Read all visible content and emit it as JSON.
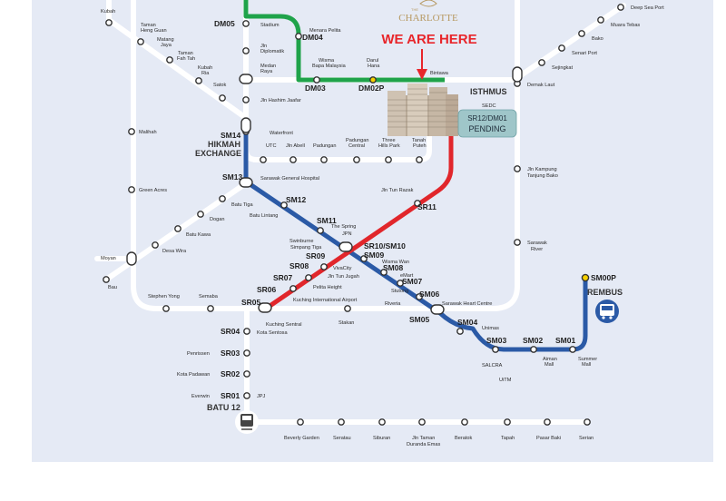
{
  "header": {
    "brand": "CHARLOTTE",
    "brand_prefix": "THE",
    "headline": "WE ARE HERE",
    "pending_code": "SR12/DM01",
    "pending_status": "PENDING"
  },
  "colors": {
    "background": "#e5eaf5",
    "route_line": "#ffffff",
    "green_line": "#1fa34a",
    "red_line": "#e1262b",
    "blue_line": "#2b5aa6",
    "headline": "#e8262b",
    "pending_box": "#9fc6c9",
    "brand": "#b79962",
    "icon_circle": "#2b5aa6"
  },
  "icons": {
    "bus": "bus-icon",
    "pin": "location-pin-icon",
    "train": "train-icon"
  },
  "areas": {
    "isthmus": "ISTHMUS",
    "hikmah_1": "HIKMAH",
    "hikmah_2": "EXCHANGE",
    "rembus": "REMBUS",
    "batu12": "BATU 12"
  },
  "stations": {
    "dm05": "DM05",
    "dm04": "DM04",
    "dm03": "DM03",
    "dm02p": "DM02P",
    "sm14": "SM14",
    "sm13": "SM13",
    "sm12": "SM12",
    "sm11": "SM11",
    "sr10sm10": "SR10/SM10",
    "sm09": "SM09",
    "sm08": "SM08",
    "sm07": "SM07",
    "sm06": "SM06",
    "sm05": "SM05",
    "sm04": "SM04",
    "sm03": "SM03",
    "sm02": "SM02",
    "sm01": "SM01",
    "sm00p": "SM00P",
    "sr11": "SR11",
    "sr09": "SR09",
    "sr08": "SR08",
    "sr07": "SR07",
    "sr06": "SR06",
    "sr05": "SR05",
    "sr04": "SR04",
    "sr03": "SR03",
    "sr02": "SR02",
    "sr01": "SR01"
  },
  "labels": {
    "kubah": "Kubah",
    "taman_heng_guan_1": "Taman",
    "taman_heng_guan_2": "Heng Guan",
    "matang_jaya_1": "Matang",
    "matang_jaya_2": "Jaya",
    "taman_fah_tah_1": "Taman",
    "taman_fah_tah_2": "Fah Tah",
    "kubah_ria_1": "Kubah",
    "kubah_ria_2": "Ria",
    "satok": "Satok",
    "stadium": "Stadium",
    "menara_pelita": "Menara Pelita",
    "jln_diplomatik_1": "Jln",
    "jln_diplomatik_2": "Diplomatik",
    "medan_raya_1": "Medan",
    "medan_raya_2": "Raya",
    "wisma_bapa_1": "Wisma",
    "wisma_bapa_2": "Bapa Malaysia",
    "darul_hana_1": "Darul",
    "darul_hana_2": "Hana",
    "bintawa": "Bintawa",
    "jln_hashim": "Jln Hashim Jaafar",
    "sedc": "SEDC",
    "waterfront": "Waterfront",
    "utc": "UTC",
    "jln_abell": "Jln Abell",
    "padungan": "Padungan",
    "padungan_central_1": "Padungan",
    "padungan_central_2": "Central",
    "three_hills_1": "Three",
    "three_hills_2": "Hills Park",
    "tanah_puteh_1": "Tanah",
    "tanah_puteh_2": "Puteh",
    "malihah": "Malihah",
    "deep_sea_port": "Deep Sea Port",
    "muara_tebas": "Muara Tebas",
    "bako": "Bako",
    "senari_port": "Senari Port",
    "sejingkat": "Sejingkat",
    "demak_laut": "Demak Laut",
    "jln_kampung_1": "Jln Kampung",
    "jln_kampung_2": "Tanjung Bako",
    "sarawak_river_1": "Sarawak",
    "sarawak_river_2": "River",
    "sarawak_general": "Sarawak General Hospital",
    "green_acres": "Green Acres",
    "batu_tiga": "Batu Tiga",
    "batu_lintang": "Batu Lintang",
    "dogan": "Dogan",
    "batu_kawa": "Batu Kawa",
    "desa_wira": "Desa Wira",
    "moyan": "Moyan",
    "bau": "Bau",
    "jln_tun_razak": "Jln Tun Razak",
    "the_spring": "The Spring",
    "jpn": "JPN",
    "swinburne": "Swinburne",
    "simpang_tiga": "Simpang Tiga",
    "wisma_wan": "Wisma Wan",
    "vivacity": "VivaCity",
    "jln_tun_jugah": "Jln Tun Jugah",
    "emart": "eMart",
    "pelita_height": "Pelita Height",
    "stutong": "Stutong",
    "kuching_airport": "Kuching International Airport",
    "riveria": "Riveria",
    "sarawak_heart": "Sarawak Heart Centre",
    "stephen_yong": "Stephen Yong",
    "semaba": "Semaba",
    "kuching_sentral_1": "Kuching Sentral",
    "kota_sentosa": "Kota Sentosa",
    "stakan": "Stakan",
    "unimas": "Unimas",
    "salcra": "SALCRA",
    "uitm": "UiTM",
    "aiman_mall_1": "Aiman",
    "aiman_mall_2": "Mall",
    "summer_mall_1": "Summer",
    "summer_mall_2": "Mall",
    "penrissen": "Penrissen",
    "kota_padawan": "Kota Padawan",
    "everwin": "Everwin",
    "jpj": "JPJ",
    "beverly_garden": "Beverly Garden",
    "serratau": "Seratau",
    "siburan": "Siburan",
    "jln_taman_1": "Jln Taman",
    "jln_taman_2": "Duranda Emas",
    "beratok": "Beratok",
    "tapah": "Tapah",
    "pasar_baki": "Pasar Baki",
    "serian": "Serian"
  }
}
